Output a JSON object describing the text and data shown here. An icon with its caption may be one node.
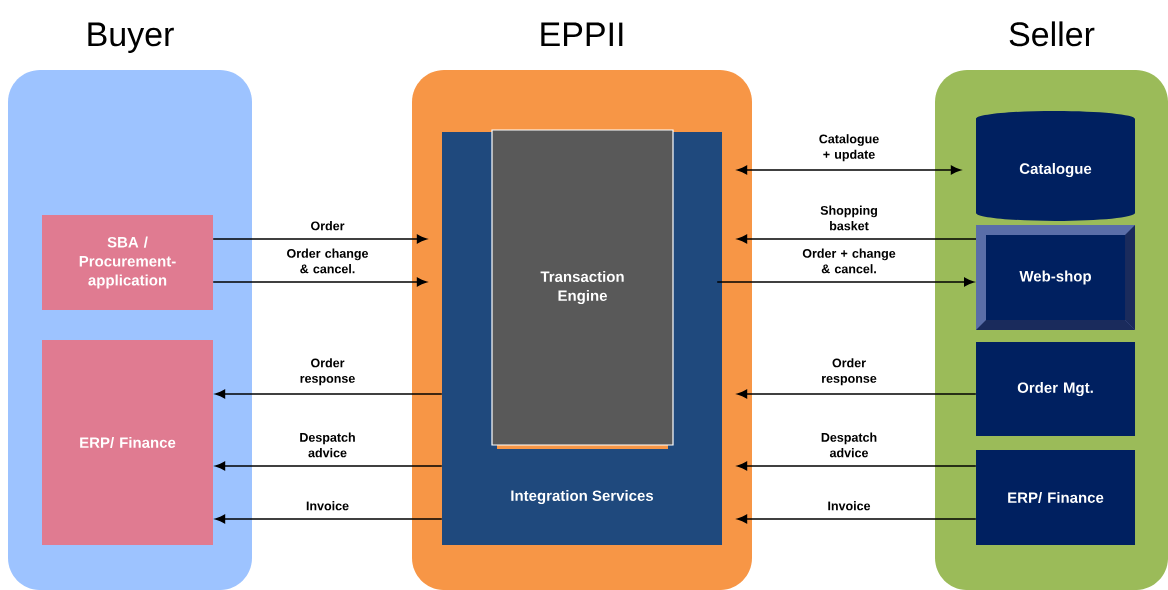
{
  "diagram": {
    "nodes": [
      {
        "text": [
          "Buyer"
        ]
      },
      {
        "text": [
          "SBA / Procurement-application"
        ],
        "in": 0
      },
      {
        "text": [
          "ERP/ Finance"
        ],
        "in": 0
      },
      {
        "text": [
          "EPPII"
        ]
      },
      {
        "text": [
          "Integration Services"
        ],
        "in": 3
      },
      {
        "text": [
          "Transaction Engine"
        ],
        "in": 4
      },
      {
        "text": [
          "Seller"
        ]
      },
      {
        "text": [
          "Catalogue"
        ],
        "in": 6
      },
      {
        "text": [
          "Web-shop"
        ],
        "in": 6
      },
      {
        "text": [
          "Order Mgt."
        ],
        "in": 6
      },
      {
        "text": [
          "ERP/ Finance"
        ],
        "in": 6
      }
    ],
    "edges": [
      {
        "from": 1,
        "to": 4,
        "arrow": "to",
        "label": "Order"
      },
      {
        "from": 1,
        "to": 4,
        "arrow": "to",
        "label": "Order change & cancel."
      },
      {
        "from": 4,
        "to": 2,
        "arrow": "to",
        "label": "Order response"
      },
      {
        "from": 4,
        "to": 2,
        "arrow": "to",
        "label": "Despatch advice"
      },
      {
        "from": 4,
        "to": 2,
        "arrow": "to",
        "label": "Invoice"
      },
      {
        "from": 4,
        "to": 7,
        "arrow": "both",
        "label": "Catalogue + update"
      },
      {
        "from": 8,
        "to": 4,
        "arrow": "to",
        "label": "Shopping basket"
      },
      {
        "from": 4,
        "to": 8,
        "arrow": "to",
        "label": "Order + change & cancel."
      },
      {
        "from": 9,
        "to": 4,
        "arrow": "to",
        "label": "Order response"
      },
      {
        "from": 10,
        "to": 4,
        "arrow": "to",
        "label": "Despatch advice"
      },
      {
        "from": 10,
        "to": 4,
        "arrow": "to",
        "label": "Invoice"
      }
    ]
  }
}
